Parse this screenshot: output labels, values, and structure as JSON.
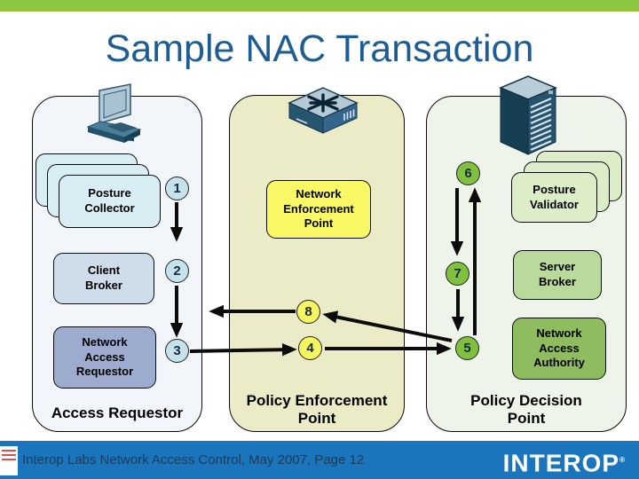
{
  "title": "Sample NAC Transaction",
  "columns": {
    "ar": {
      "icon": "laptop-icon",
      "label": "Access Requestor",
      "boxes": {
        "posture_collector": "Posture\nCollector",
        "client_broker": "Client\nBroker",
        "network_access_requestor": "Network\nAccess\nRequestor"
      }
    },
    "pep": {
      "icon": "switch-icon",
      "label": "Policy Enforcement\nPoint",
      "boxes": {
        "network_enforcement_point": "Network\nEnforcement\nPoint"
      }
    },
    "pdp": {
      "icon": "server-icon",
      "label": "Policy Decision\nPoint",
      "boxes": {
        "posture_validator": "Posture\nValidator",
        "server_broker": "Server\nBroker",
        "network_access_authority": "Network\nAccess\nAuthority"
      }
    }
  },
  "steps": {
    "1": "1",
    "2": "2",
    "3": "3",
    "4": "4",
    "5": "5",
    "6": "6",
    "7": "7",
    "8": "8"
  },
  "footer": {
    "text": "Interop Labs Network Access Control, May 2007, Page 12",
    "logo": "INTEROP",
    "trademark": "®"
  },
  "colors": {
    "top_bar": "#8dc63f",
    "title_text": "#1d5d93",
    "footer_bar": "#1b75bc",
    "ar_column": "#f2f5f9",
    "pep_column": "#ebebc8",
    "pdp_column": "#eef4e9",
    "nep_box": "#f8f865",
    "step_blue": "#c6e2ea",
    "step_yellow": "#f5f55f",
    "step_green": "#7fc13e",
    "arrow": "#0c0c0c"
  }
}
